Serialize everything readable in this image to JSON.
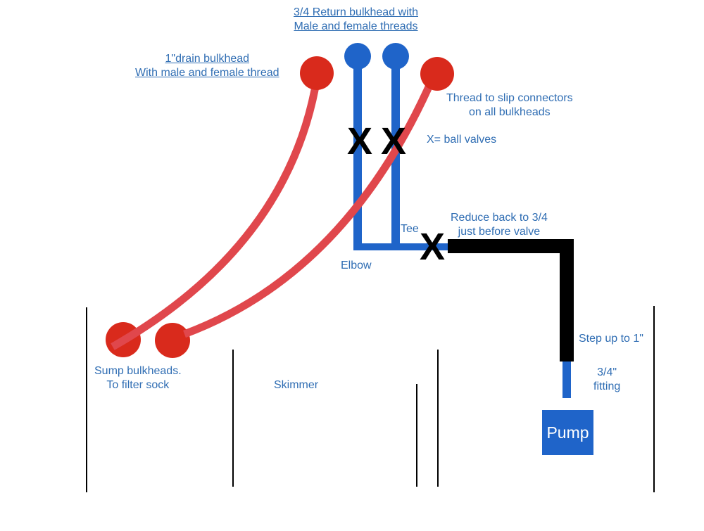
{
  "labels": {
    "return_bulkhead": [
      "3/4 Return bulkhead with",
      "Male and female threads"
    ],
    "drain_bulkhead": [
      "1\"drain bulkhead",
      "With male and female thread"
    ],
    "thread_note": [
      "Thread to slip connectors",
      "on all bulkheads"
    ],
    "ball_valves": "X= ball valves",
    "tee": "Tee",
    "elbow": "Elbow",
    "reduce": [
      "Reduce back to 3/4",
      "just before valve"
    ],
    "step_up": "Step up to 1\"",
    "fitting": [
      "3/4\"",
      "fitting"
    ],
    "sump_bulkheads": [
      "Sump bulkheads.",
      "To filter sock"
    ],
    "skimmer": "Skimmer",
    "pump": "Pump"
  },
  "valve_mark": "X",
  "colors": {
    "drain_line": "#e0474c",
    "bulkhead": "#d92a1c",
    "return_line": "#1f64c9",
    "main_line": "#000000",
    "text": "#2f6db3",
    "pump": "#1f64c9"
  }
}
